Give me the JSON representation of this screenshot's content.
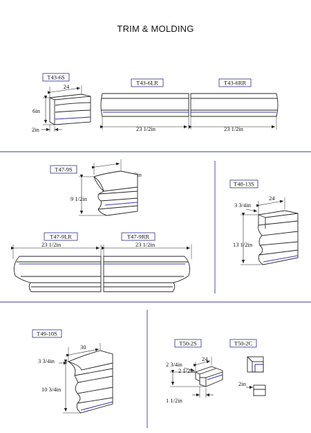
{
  "title": "TRIM & MOLDING",
  "items": {
    "t43_6s": {
      "tag": "T43-6S",
      "width": "24",
      "height": "6in",
      "depth": "2in"
    },
    "t43_6lr": {
      "tag": "T43-6LR",
      "length": "23 1/2in"
    },
    "t43_6rr": {
      "tag": "T43-6RR",
      "length": "23 1/2in"
    },
    "t47_9s": {
      "tag": "T47-9S",
      "depth": "6 1/2in",
      "height": "9 1/2in"
    },
    "t47_9lr": {
      "tag": "T47-9LR",
      "length": "23 1/2in"
    },
    "t47_9rr": {
      "tag": "T47-9RR",
      "length": "23 1/2in"
    },
    "t48_13s": {
      "tag": "T48-13S",
      "width": "24",
      "depth": "3 3/4in",
      "height": "13 1/2in"
    },
    "t49_10s": {
      "tag": "T49-10S",
      "width": "30",
      "depth": "3 3/4in",
      "height": "10 3/4in"
    },
    "t50_2s": {
      "tag": "T50-2S",
      "width": "24",
      "depth": "2 3/4in",
      "height": "2 1/2in",
      "base": "1 1/2in"
    },
    "t50_2c": {
      "tag": "T50-2C",
      "size": "2in"
    }
  }
}
